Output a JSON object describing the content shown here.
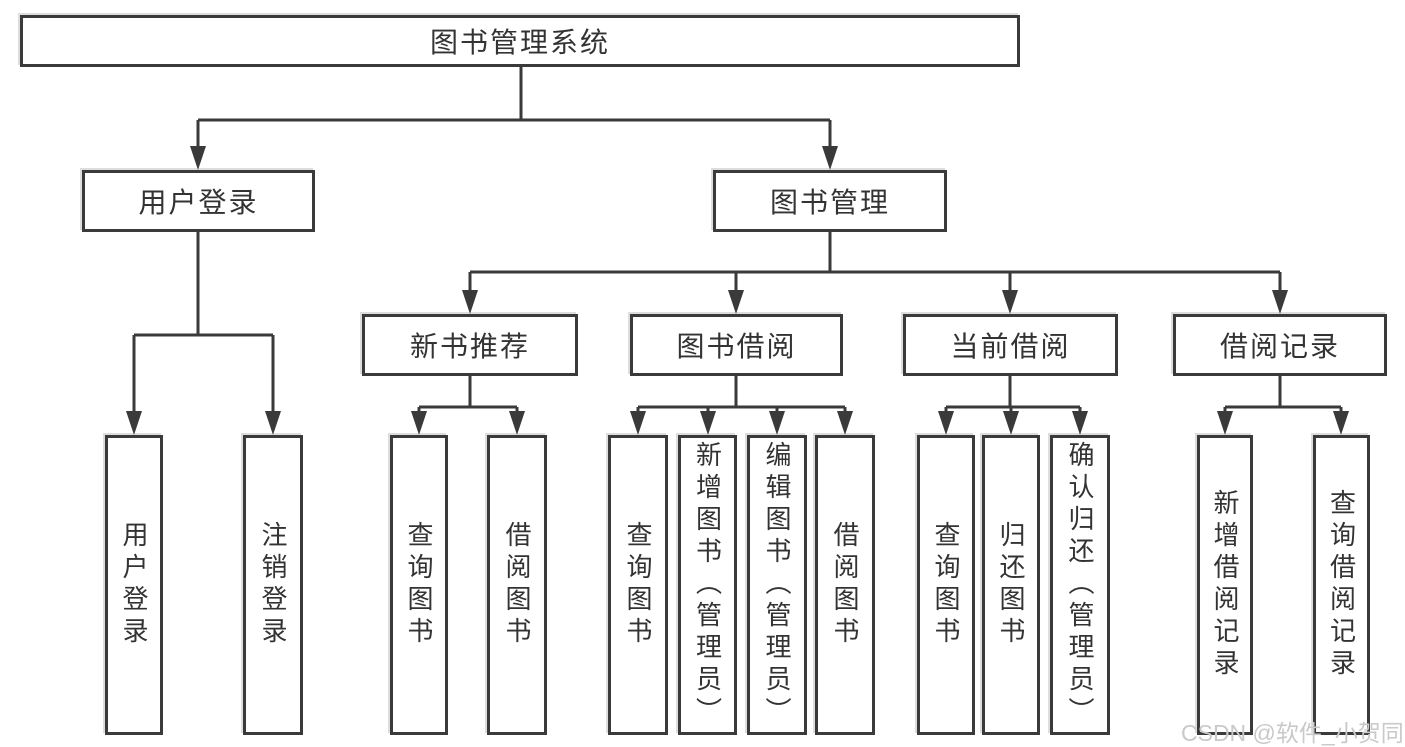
{
  "nodes": {
    "root": {
      "label": "图书管理系统"
    },
    "user_login": {
      "label": "用户登录"
    },
    "book_mgmt": {
      "label": "图书管理"
    },
    "new_books": {
      "label": "新书推荐"
    },
    "borrow": {
      "label": "图书借阅"
    },
    "current": {
      "label": "当前借阅"
    },
    "records": {
      "label": "借阅记录"
    },
    "leaf_user_login": {
      "label": "用户登录"
    },
    "leaf_logout": {
      "label": "注销登录"
    },
    "leaf_nb_query": {
      "label": "查询图书"
    },
    "leaf_nb_borrow": {
      "label": "借阅图书"
    },
    "leaf_bw_query": {
      "label": "查询图书"
    },
    "leaf_bw_add": {
      "label": "新增图书（管理员）"
    },
    "leaf_bw_edit": {
      "label": "编辑图书（管理员）"
    },
    "leaf_bw_borrow": {
      "label": "借阅图书"
    },
    "leaf_cur_query": {
      "label": "查询图书"
    },
    "leaf_cur_return": {
      "label": "归还图书"
    },
    "leaf_cur_confirm": {
      "label": "确认归还（管理员）"
    },
    "leaf_rec_add": {
      "label": "新增借阅记录"
    },
    "leaf_rec_query": {
      "label": "查询借阅记录"
    }
  },
  "watermark": {
    "text": "CSDN @软件_小贺同学"
  },
  "colors": {
    "line": "#3a3a3a",
    "box_border": "#3a3a3a",
    "text": "#333333",
    "background": "#ffffff",
    "watermark": "#c9c9c9"
  }
}
